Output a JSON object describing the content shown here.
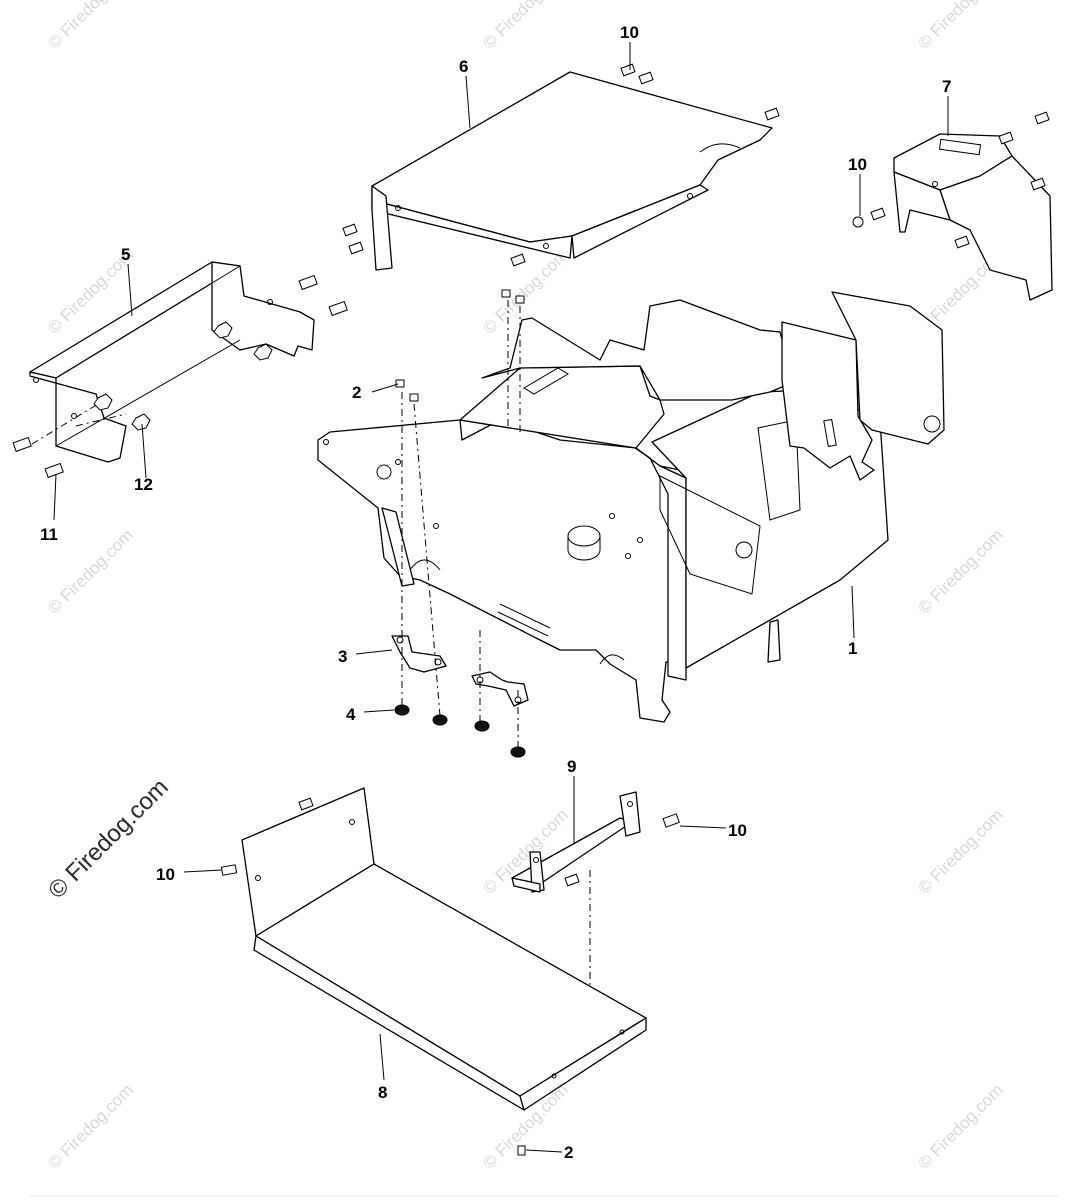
{
  "watermark": {
    "small_text": "© Firedog.com",
    "large_text": "© Firedog.com"
  },
  "callouts": {
    "c1": "1",
    "c2a": "2",
    "c2b": "2",
    "c3": "3",
    "c4": "4",
    "c5": "5",
    "c6": "6",
    "c7": "7",
    "c8": "8",
    "c9": "9",
    "c10a": "10",
    "c10b": "10",
    "c10c": "10",
    "c10d": "10",
    "c11": "11",
    "c12": "12"
  }
}
